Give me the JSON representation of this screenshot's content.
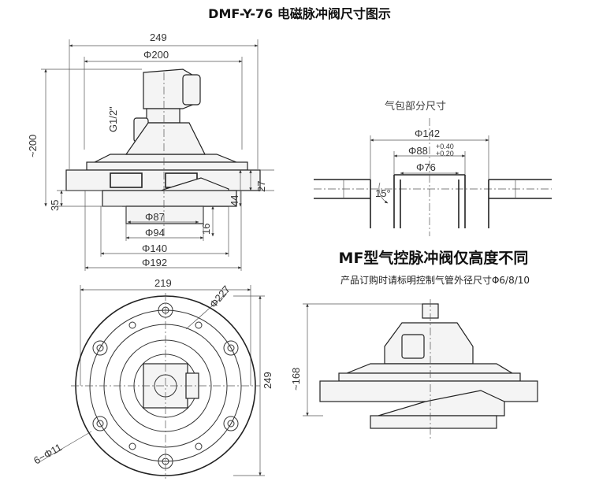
{
  "title": "DMF-Y-76 电磁脉冲阀尺寸图示",
  "side_view": {
    "width_249": "249",
    "phi_200": "Φ200",
    "thread": "G1/2\"",
    "height_200": "~200",
    "dim_35": "35",
    "dim_27": "27",
    "dim_44": "44",
    "dim_16": "16",
    "phi_87": "Φ87",
    "phi_94": "Φ94",
    "phi_140": "Φ140",
    "phi_192": "Φ192"
  },
  "air_tank": {
    "label": "气包部分尺寸",
    "phi_142": "Φ142",
    "phi_88": "Φ88",
    "tol_upper": "+0.40",
    "tol_lower": "+0.20",
    "phi_76": "Φ76",
    "angle": "15°"
  },
  "top_view": {
    "width_219": "219",
    "phi_227": "Φ227",
    "height_249": "249",
    "holes": "6−Φ11"
  },
  "mf_section": {
    "title": "MF型气控脉冲阀仅高度不同",
    "note": "产品订购时请标明控制气管外径尺寸Φ6/8/10",
    "height": "~168"
  }
}
